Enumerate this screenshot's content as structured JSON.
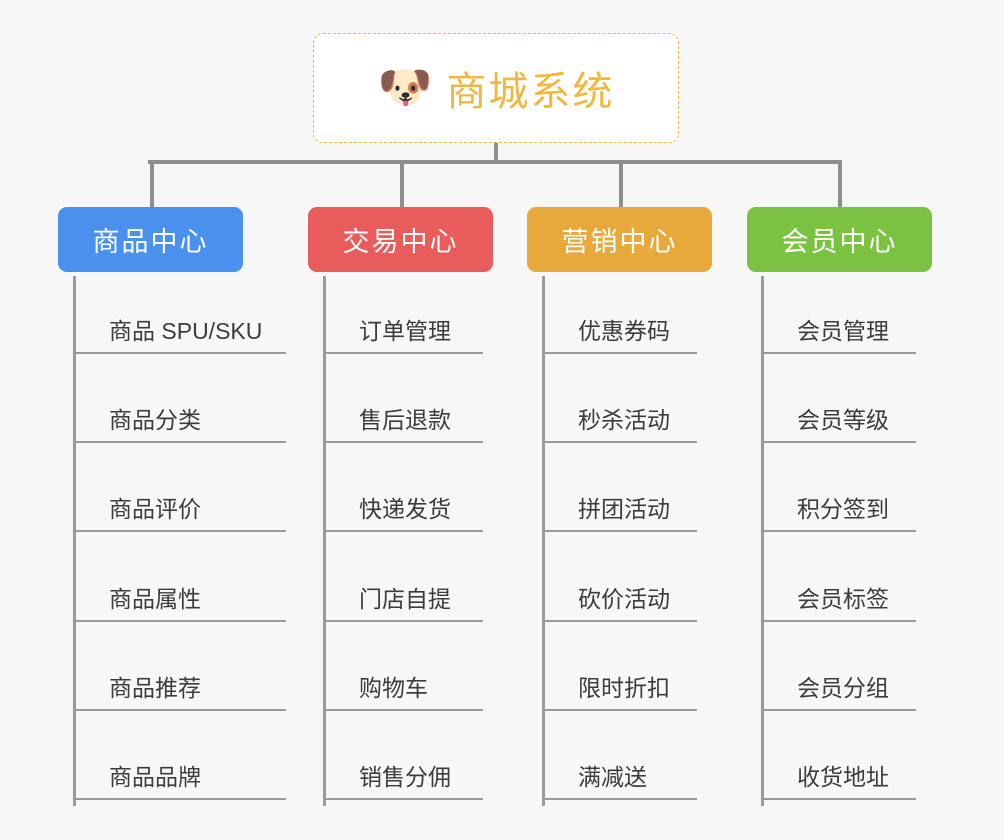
{
  "diagram": {
    "background_color": "#f7f7f7",
    "root": {
      "icon": "shiba-dog-face-emoji",
      "icon_glyph": "🐶",
      "title": "商城系统",
      "title_color": "#f0b73f",
      "border_color": "#efb740",
      "border_style": "dashed"
    },
    "connector_color": "#8e8e8e",
    "branches": [
      {
        "id": "product-center",
        "label": "商品中心",
        "color": "#4a90ed",
        "items": [
          "商品 SPU/SKU",
          "商品分类",
          "商品评价",
          "商品属性",
          "商品推荐",
          "商品品牌"
        ]
      },
      {
        "id": "trade-center",
        "label": "交易中心",
        "color": "#e85c5c",
        "items": [
          "订单管理",
          "售后退款",
          "快递发货",
          "门店自提",
          "购物车",
          "销售分佣"
        ]
      },
      {
        "id": "marketing-center",
        "label": "营销中心",
        "color": "#e8a93c",
        "items": [
          "优惠券码",
          "秒杀活动",
          "拼团活动",
          "砍价活动",
          "限时折扣",
          "满减送"
        ]
      },
      {
        "id": "member-center",
        "label": "会员中心",
        "color": "#7cc242",
        "items": [
          "会员管理",
          "会员等级",
          "积分签到",
          "会员标签",
          "会员分组",
          "收货地址"
        ]
      }
    ]
  }
}
